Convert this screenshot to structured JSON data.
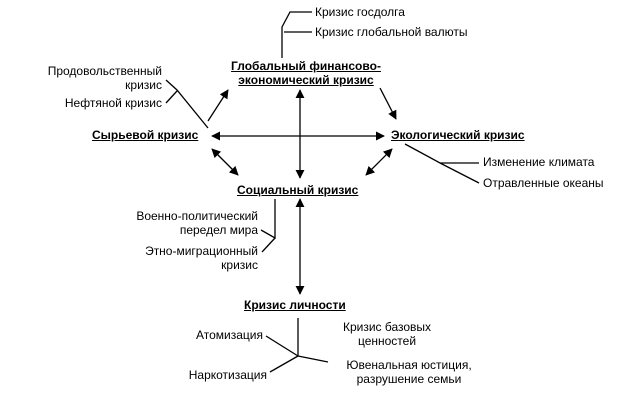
{
  "nodes": {
    "global_financial": {
      "line1": "Глобальный финансово-",
      "line2": "экономический кризис"
    },
    "raw_materials": "Сырьевой кризис",
    "ecological": "Экологический кризис",
    "social": "Социальный кризис",
    "personality": "Кризис личности"
  },
  "leaves": {
    "public_debt": "Кризис госдолга",
    "global_currency": "Кризис глобальной валюты",
    "food": {
      "line1": "Продовольственный",
      "line2": "кризис"
    },
    "oil": "Нефтяной кризис",
    "climate": "Изменение климата",
    "oceans": "Отравленные океаны",
    "military_political": {
      "line1": "Военно-политический",
      "line2": "передел мира"
    },
    "ethno_migration": {
      "line1": "Этно-миграционный",
      "line2": "кризис"
    },
    "atomization": "Атомизация",
    "base_values": {
      "line1": "Кризис базовых",
      "line2": "ценностей"
    },
    "narcotization": "Наркотизация",
    "juvenile": {
      "line1": "Ювенальная юстиция,",
      "line2": "разрушение семьи"
    }
  }
}
